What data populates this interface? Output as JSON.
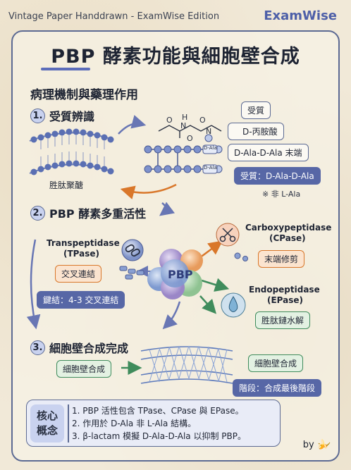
{
  "header": {
    "series": "Vintage Paper Handdrawn - ExamWise Edition",
    "brand": "ExamWise"
  },
  "title": "PBP 酵素功能與細胞壁合成",
  "subtitle": "病理機制與藥理作用",
  "section1": {
    "number": "1.",
    "heading": "受質辨識",
    "membrane_label": "胜肽聚醣",
    "chem_letters": [
      "O",
      "H",
      "O",
      "N",
      "O",
      "N"
    ],
    "chip_label": "D-Ala",
    "legend_substrate": "受質",
    "legend_dala": "D-丙胺酸",
    "legend_terminal": "D-Ala-D-Ala 末端",
    "legend_target": "受質：D-Ala-D-Ala",
    "note": "※ 非 L-Ala"
  },
  "section2": {
    "number": "2.",
    "heading": "PBP 酵素多重活性",
    "core_label": "PBP",
    "tpase_name": "Transpeptidase",
    "tpase_abbr": "(TPase)",
    "tpase_function": "交叉連結",
    "tpase_bond": "鍵結：4-3 交叉連結",
    "cpase_name": "Carboxypeptidase",
    "cpase_abbr": "(CPase)",
    "cpase_function": "末端修剪",
    "epase_name": "Endopeptidase",
    "epase_abbr": "(EPase)",
    "epase_function": "胜肽鏈水解"
  },
  "section3": {
    "number": "3.",
    "heading": "細胞壁合成完成",
    "left_tag": "細胞壁合成",
    "right_tag": "細胞壁合成",
    "stage": "階段：合成最後階段"
  },
  "core": {
    "label_line1": "核心",
    "label_line2": "概念",
    "points": [
      "1. PBP 活性包含 TPase、CPase 與 EPase。",
      "2. 作用於 D-Ala 非 L-Ala 結構。",
      "3. β-lactam 模擬 D-Ala-D-Ala 以抑制 PBP。"
    ]
  },
  "byline": "by 🍌",
  "colors": {
    "accent_blue": "#5767a6",
    "orange": "#d9772a",
    "green": "#3f8c5c",
    "ink": "#1e2433",
    "paper": "#f1e9d8"
  },
  "icons": [
    "scissors-icon",
    "drop-icon",
    "chain-link-icon",
    "banana-icon"
  ]
}
